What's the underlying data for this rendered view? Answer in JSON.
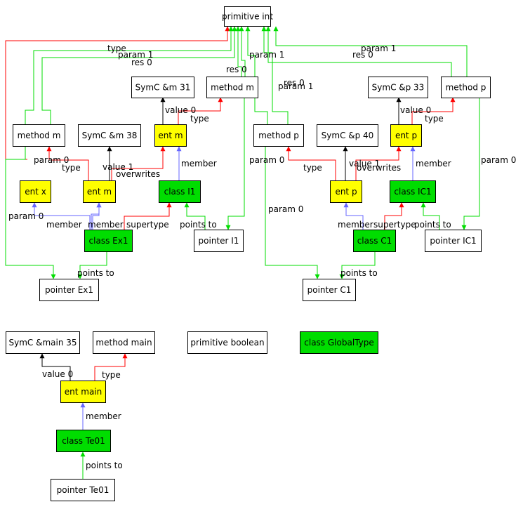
{
  "colors": {
    "fill_plain": "#ffffff",
    "fill_ent": "#ffff00",
    "fill_class": "#00dd00",
    "edge_type": "#ff0000",
    "edge_member": "#6666ff",
    "edge_param": "#00dd00",
    "edge_value": "#000000"
  },
  "nodes": [
    {
      "id": "pint",
      "label": "primitive int",
      "kind": "plain"
    },
    {
      "id": "symc_m31",
      "label": "SymC &m 31",
      "kind": "plain"
    },
    {
      "id": "method_m_top",
      "label": "method m",
      "kind": "plain"
    },
    {
      "id": "symc_p33",
      "label": "SymC &p 33",
      "kind": "plain"
    },
    {
      "id": "method_p_top",
      "label": "method p",
      "kind": "plain"
    },
    {
      "id": "method_m_left",
      "label": "method m",
      "kind": "plain"
    },
    {
      "id": "symc_m38",
      "label": "SymC &m 38",
      "kind": "plain"
    },
    {
      "id": "ent_m_i1",
      "label": "ent m",
      "kind": "ent"
    },
    {
      "id": "method_p_mid",
      "label": "method p",
      "kind": "plain"
    },
    {
      "id": "symc_p40",
      "label": "SymC &p 40",
      "kind": "plain"
    },
    {
      "id": "ent_p_ic1",
      "label": "ent p",
      "kind": "ent"
    },
    {
      "id": "ent_x",
      "label": "ent x",
      "kind": "ent"
    },
    {
      "id": "ent_m_ex1",
      "label": "ent m",
      "kind": "ent"
    },
    {
      "id": "class_i1",
      "label": "class I1",
      "kind": "class"
    },
    {
      "id": "ent_p_c1",
      "label": "ent p",
      "kind": "ent"
    },
    {
      "id": "class_ic1",
      "label": "class IC1",
      "kind": "class"
    },
    {
      "id": "class_ex1",
      "label": "class Ex1",
      "kind": "class"
    },
    {
      "id": "pointer_i1",
      "label": "pointer I1",
      "kind": "plain"
    },
    {
      "id": "class_c1",
      "label": "class C1",
      "kind": "class"
    },
    {
      "id": "pointer_ic1",
      "label": "pointer IC1",
      "kind": "plain"
    },
    {
      "id": "pointer_ex1",
      "label": "pointer Ex1",
      "kind": "plain"
    },
    {
      "id": "pointer_c1",
      "label": "pointer C1",
      "kind": "plain"
    },
    {
      "id": "symc_main35",
      "label": "SymC &main 35",
      "kind": "plain"
    },
    {
      "id": "method_main",
      "label": "method main",
      "kind": "plain"
    },
    {
      "id": "pbool",
      "label": "primitive boolean",
      "kind": "plain"
    },
    {
      "id": "class_global",
      "label": "class GlobalType",
      "kind": "class"
    },
    {
      "id": "ent_main",
      "label": "ent main",
      "kind": "ent"
    },
    {
      "id": "class_te01",
      "label": "class Te01",
      "kind": "class"
    },
    {
      "id": "pointer_te01",
      "label": "pointer Te01",
      "kind": "plain"
    }
  ],
  "edges": [
    {
      "id": "e1",
      "kind": "type",
      "label": "type"
    },
    {
      "id": "e2",
      "kind": "param",
      "label": "param 1"
    },
    {
      "id": "e3",
      "kind": "param",
      "label": "res 0"
    },
    {
      "id": "e4",
      "kind": "param",
      "label": "res 0"
    },
    {
      "id": "e5",
      "kind": "param",
      "label": "param 1"
    },
    {
      "id": "e6",
      "kind": "param",
      "label": "param 1"
    },
    {
      "id": "e7",
      "kind": "param",
      "label": "res 0"
    },
    {
      "id": "e8",
      "kind": "param",
      "label": "res 0"
    },
    {
      "id": "e9",
      "kind": "param",
      "label": "param 1"
    },
    {
      "id": "e10",
      "kind": "value",
      "label": "value 0"
    },
    {
      "id": "e11",
      "kind": "type",
      "label": "type"
    },
    {
      "id": "e12",
      "kind": "value",
      "label": "value 0"
    },
    {
      "id": "e13",
      "kind": "type",
      "label": "type"
    },
    {
      "id": "e14",
      "kind": "type",
      "label": "type"
    },
    {
      "id": "e15",
      "kind": "value",
      "label": "value 1"
    },
    {
      "id": "e16",
      "kind": "type",
      "label": "overwrites"
    },
    {
      "id": "e17",
      "kind": "member",
      "label": "member"
    },
    {
      "id": "e18",
      "kind": "type",
      "label": "type"
    },
    {
      "id": "e19",
      "kind": "value",
      "label": "value 1"
    },
    {
      "id": "e20",
      "kind": "type",
      "label": "overwrites"
    },
    {
      "id": "e21",
      "kind": "member",
      "label": "member"
    },
    {
      "id": "e22",
      "kind": "member",
      "label": "param 0"
    },
    {
      "id": "e23",
      "kind": "member",
      "label": "member"
    },
    {
      "id": "e24",
      "kind": "member",
      "label": "member"
    },
    {
      "id": "e25",
      "kind": "type",
      "label": "supertype"
    },
    {
      "id": "e26",
      "kind": "param",
      "label": "points to"
    },
    {
      "id": "e27",
      "kind": "param",
      "label": "param 0"
    },
    {
      "id": "e28",
      "kind": "member",
      "label": "member"
    },
    {
      "id": "e29",
      "kind": "type",
      "label": "supertype"
    },
    {
      "id": "e30",
      "kind": "param",
      "label": "points to"
    },
    {
      "id": "e31",
      "kind": "param",
      "label": "param 0"
    },
    {
      "id": "e32",
      "kind": "param",
      "label": "points to"
    },
    {
      "id": "e33",
      "kind": "param",
      "label": "param 0"
    },
    {
      "id": "e34",
      "kind": "param",
      "label": "points to"
    },
    {
      "id": "e35",
      "kind": "param",
      "label": "param 0"
    },
    {
      "id": "e36",
      "kind": "value",
      "label": "value 0"
    },
    {
      "id": "e37",
      "kind": "type",
      "label": "type"
    },
    {
      "id": "e38",
      "kind": "member",
      "label": "member"
    },
    {
      "id": "e39",
      "kind": "param",
      "label": "points to"
    }
  ]
}
